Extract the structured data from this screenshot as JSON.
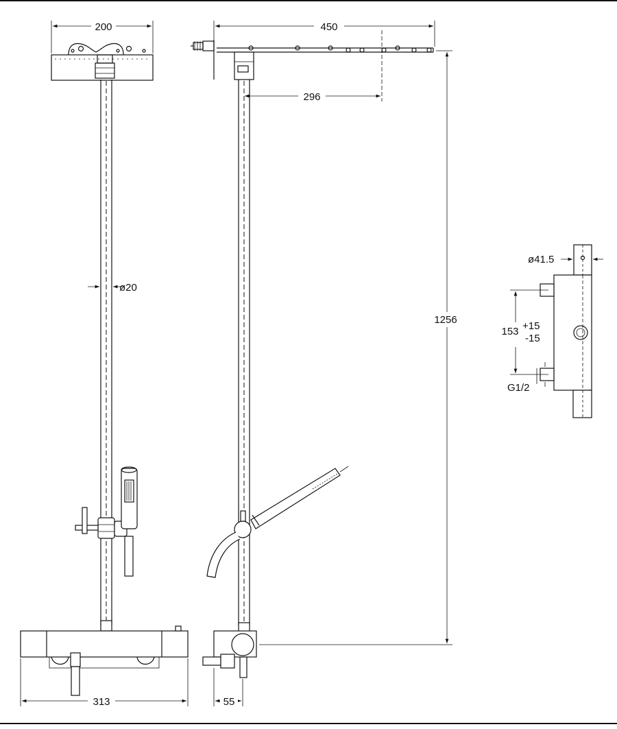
{
  "dimensions": {
    "head_width": "200",
    "arm_length": "450",
    "arm_offset": "296",
    "total_height": "1256",
    "riser_diameter": "ø20",
    "mixer_width": "313",
    "wall_offset": "55",
    "body_diameter": "ø41.5",
    "inlet_centres": "153",
    "tolerance_plus": "+15",
    "tolerance_minus": "-15",
    "thread": "G1/2"
  }
}
